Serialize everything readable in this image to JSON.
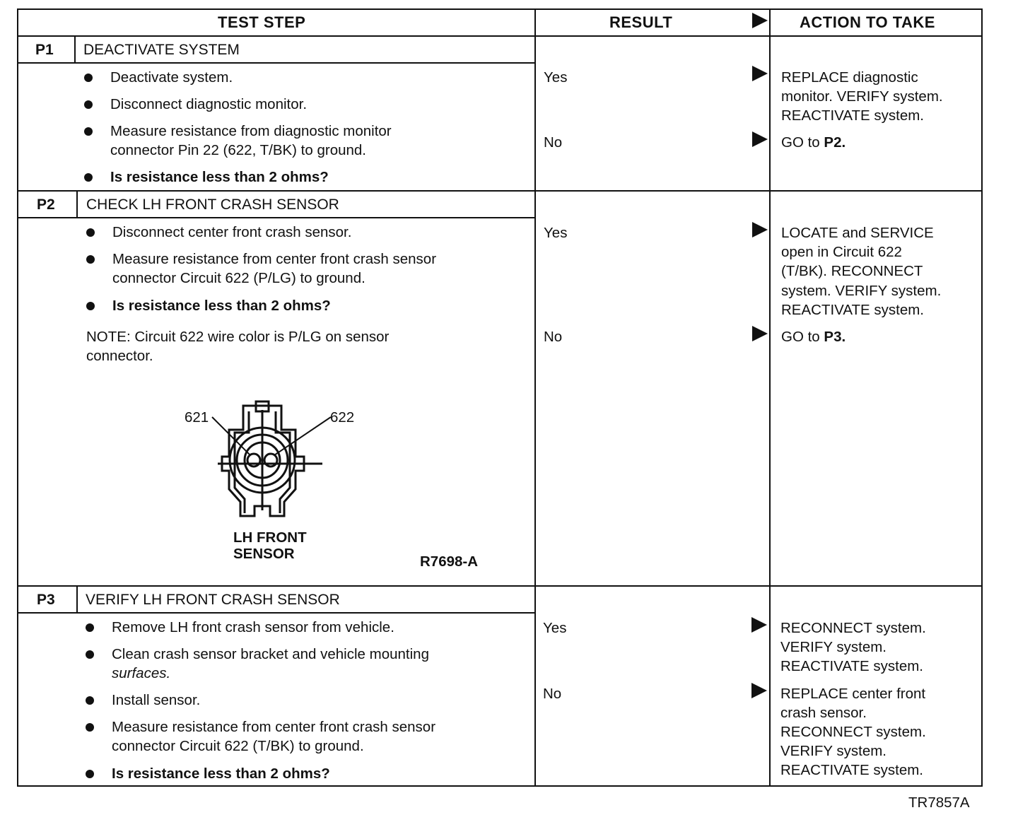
{
  "headers": {
    "test_step": "TEST STEP",
    "result": "RESULT",
    "action": "ACTION TO TAKE"
  },
  "steps": [
    {
      "id": "P1",
      "title": "DEACTIVATE SYSTEM",
      "bullets": [
        [
          "Deactivate system."
        ],
        [
          "Disconnect diagnostic monitor."
        ],
        [
          "Measure resistance from diagnostic monitor",
          "connector Pin 22 (622, T/BK) to ground."
        ],
        [
          "Is resistance less than 2 ohms?"
        ]
      ],
      "results": [
        {
          "label": "Yes",
          "action": [
            "REPLACE diagnostic",
            "monitor. VERIFY system.",
            "REACTIVATE system."
          ]
        },
        {
          "label": "No",
          "action_prefix": "GO to ",
          "action_bold": "P2."
        }
      ]
    },
    {
      "id": "P2",
      "title": "CHECK LH FRONT CRASH SENSOR",
      "bullets": [
        [
          "Disconnect center front crash sensor."
        ],
        [
          "Measure resistance from center front crash sensor",
          "connector Circuit 622 (P/LG) to ground."
        ],
        [
          "Is resistance less than 2 ohms?"
        ]
      ],
      "note": [
        "NOTE: Circuit 622 wire color is P/LG on sensor",
        "connector."
      ],
      "figure": {
        "pin_left": "621",
        "pin_right": "622",
        "caption": [
          "LH FRONT",
          "SENSOR"
        ],
        "ref": "R7698-A"
      },
      "results": [
        {
          "label": "Yes",
          "action": [
            "LOCATE and SERVICE",
            "open in Circuit 622",
            "(T/BK). RECONNECT",
            "system. VERIFY system.",
            "REACTIVATE system."
          ]
        },
        {
          "label": "No",
          "action_prefix": "GO to ",
          "action_bold": "P3."
        }
      ]
    },
    {
      "id": "P3",
      "title": "VERIFY LH FRONT CRASH SENSOR",
      "bullets": [
        [
          "Remove LH front crash sensor from vehicle."
        ],
        [
          "Clean crash sensor bracket and vehicle mounting",
          "surfaces."
        ],
        [
          "Install sensor."
        ],
        [
          "Measure resistance from center front crash sensor",
          "connector Circuit 622 (T/BK) to ground."
        ],
        [
          "Is resistance less than 2 ohms?"
        ]
      ],
      "results": [
        {
          "label": "Yes",
          "action": [
            "RECONNECT system.",
            "VERIFY system.",
            "REACTIVATE system."
          ]
        },
        {
          "label": "No",
          "action": [
            "REPLACE center front",
            "crash sensor.",
            "RECONNECT system.",
            "VERIFY system.",
            "REACTIVATE system."
          ]
        }
      ]
    }
  ],
  "figure_id": "TR7857A"
}
